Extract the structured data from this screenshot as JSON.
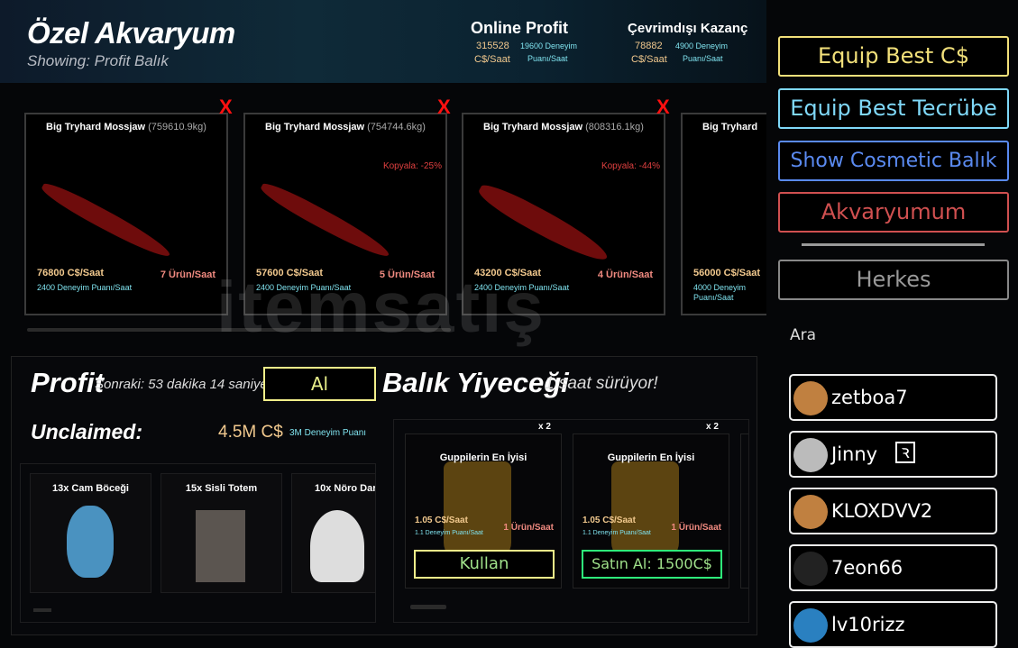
{
  "header": {
    "title": "Özel Akvaryum",
    "subtitle": "Showing: Profit Balık",
    "online": {
      "label": "Online Profit",
      "cs": "315528",
      "cs_unit": "C$/Saat",
      "xp": "19600 Deneyim",
      "xp_unit": "Puanı/Saat"
    },
    "offline": {
      "label": "Çevrimdışı Kazanç",
      "cs": "78882",
      "cs_unit": "C$/Saat",
      "xp": "4900 Deneyim",
      "xp_unit": "Puanı/Saat"
    }
  },
  "fish": [
    {
      "name": "Big Tryhard Mossjaw",
      "weight": "(759610.9kg)",
      "copy": "",
      "cs": "76800 C$/Saat",
      "urun": "7 Ürün/Saat",
      "xp": "2400 Deneyim Puanı/Saat",
      "remove": "X"
    },
    {
      "name": "Big Tryhard Mossjaw",
      "weight": "(754744.6kg)",
      "copy": "Kopyala: -25%",
      "cs": "57600 C$/Saat",
      "urun": "5 Ürün/Saat",
      "xp": "2400 Deneyim Puanı/Saat",
      "remove": "X"
    },
    {
      "name": "Big Tryhard Mossjaw",
      "weight": "(808316.1kg)",
      "copy": "Kopyala: -44%",
      "cs": "43200 C$/Saat",
      "urun": "4 Ürün/Saat",
      "xp": "2400 Deneyim Puanı/Saat",
      "remove": "X"
    },
    {
      "name": "Big Tryhard",
      "weight": "",
      "copy": "",
      "cs": "56000 C$/Saat",
      "urun": "",
      "xp": "4000 Deneyim Puanı/Saat",
      "remove": ""
    }
  ],
  "profit": {
    "title": "Profit",
    "next": "Sonraki: 53 dakika 14 saniye",
    "claim": "Al",
    "unclaimed_label": "Unclaimed:",
    "unclaimed_cs": "4.5M C$",
    "unclaimed_xp": "3M Deneyim Puanı",
    "items": [
      "13x Cam Böceği",
      "15x Sisli Totem",
      "10x Nöro Dar"
    ]
  },
  "food": {
    "title": "Balık Yiyeceği",
    "duration": "1 saat sürüyor!",
    "cards": [
      {
        "count": "x 2",
        "name": "Guppilerin En İyisi",
        "cs": "1.05 C$/Saat",
        "xp": "1.1 Deneyim Puanı/Saat",
        "urun": "1 Ürün/Saat",
        "action": "Kullan"
      },
      {
        "count": "x 2",
        "name": "Guppilerin En İyisi",
        "cs": "1.05 C$/Saat",
        "xp": "1.1 Deneyim Puanı/Saat",
        "urun": "1 Ürün/Saat",
        "action": "Satın Al: 1500C$"
      }
    ]
  },
  "side": {
    "equip_cs": "Equip Best C$",
    "equip_xp": "Equip Best Tecrübe",
    "cosmetic": "Show Cosmetic Balık",
    "mine": "Akvaryumum",
    "everyone": "Herkes",
    "search": "Ara",
    "players": [
      "zetboa7",
      "Jinny",
      "KLOXDVV2",
      "7eon66",
      "lv10rizz"
    ],
    "badge": "ꝛ"
  },
  "watermark": "itemsatış"
}
